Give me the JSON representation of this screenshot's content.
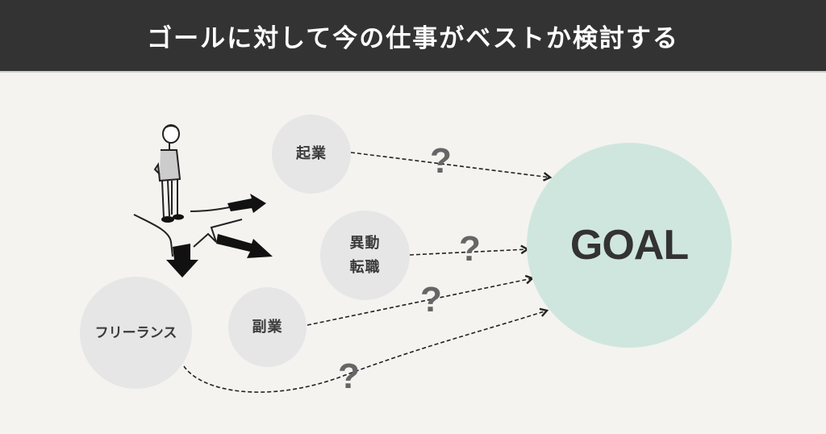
{
  "header": {
    "title": "ゴールに対して今の仕事がベストか検討する"
  },
  "options": [
    {
      "id": "kigyo",
      "label": "起業"
    },
    {
      "id": "ido-tenshoku",
      "label_line1": "異動",
      "label_line2": "転職"
    },
    {
      "id": "fukugyo",
      "label": "副業"
    },
    {
      "id": "freelance",
      "label": "フリーランス"
    }
  ],
  "goal": {
    "label": "GOAL"
  },
  "question_mark": "?",
  "colors": {
    "header_bg": "#333333",
    "background": "#f4f3f0",
    "option_circle": "#e6e6e6",
    "goal_circle": "#cfe6df",
    "question_mark": "#666666"
  }
}
